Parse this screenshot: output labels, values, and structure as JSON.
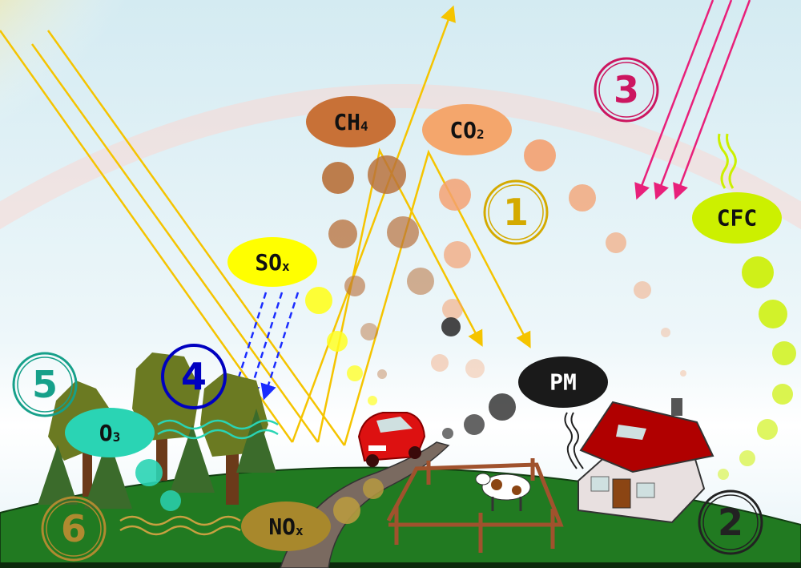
{
  "labels": {
    "ch4": {
      "main": "CH",
      "sub": "4",
      "color": "#c87137"
    },
    "co2": {
      "main": "CO",
      "sub": "2",
      "color": "#f4a66c"
    },
    "cfc": {
      "main": "CFC",
      "color": "#ccf000"
    },
    "sox": {
      "main": "SO",
      "sub": "x",
      "color": "#ffff00"
    },
    "pm": {
      "main": "PM",
      "color": "#1a1a1a"
    },
    "o3": {
      "main": "O",
      "sub": "3",
      "color": "#2ad4b4"
    },
    "nox": {
      "main": "NO",
      "sub": "x",
      "color": "#a8882c"
    }
  },
  "markers": {
    "one": {
      "text": "1",
      "color": "#d4aa00"
    },
    "two": {
      "text": "2",
      "color": "#222222"
    },
    "three": {
      "text": "3",
      "color": "#cc1660"
    },
    "four": {
      "text": "4",
      "color": "#0000c0"
    },
    "five": {
      "text": "5",
      "color": "#16a08a"
    },
    "six": {
      "text": "6",
      "color": "#b08a30"
    }
  }
}
